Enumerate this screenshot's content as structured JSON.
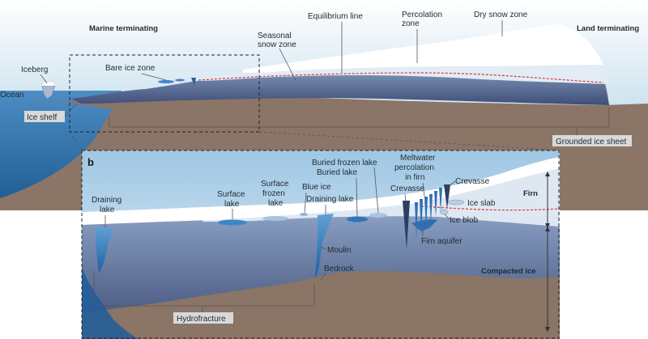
{
  "panel_a": {
    "marine_terminating": "Marine terminating",
    "land_terminating": "Land terminating",
    "seasonal_snow_zone": [
      "Seasonal",
      "snow zone"
    ],
    "equilibrium_line": "Equilibrium line",
    "percolation_zone": [
      "Percolation",
      "zone"
    ],
    "dry_snow_zone": "Dry snow zone",
    "iceberg": "Iceberg",
    "ocean": "Ocean",
    "bare_ice_zone": "Bare ice zone",
    "ice_shelf": "Ice shelf",
    "grounded_ice_sheet": "Grounded ice sheet"
  },
  "panel_b": {
    "letter": "b",
    "draining_lake_left": [
      "Draining",
      "lake"
    ],
    "surface_lake": [
      "Surface",
      "lake"
    ],
    "surface_frozen_lake": [
      "Surface",
      "frozen",
      "lake"
    ],
    "blue_ice": "Blue ice",
    "buried_frozen_lake": "Buried frozen lake",
    "buried_lake": "Buried lake",
    "draining_lake_mid": "Draining lake",
    "meltwater_percolation": [
      "Meltwater",
      "percolation",
      "in firn"
    ],
    "crevasse_left": "Crevasse",
    "crevasse_right": "Crevasse",
    "ice_slab": "Ice slab",
    "ice_blob": "Ice blob",
    "firn_aquifer": "Firn aquifer",
    "moulin": "Moulin",
    "bedrock": "Bedrock",
    "hydrofracture": "Hydrofracture",
    "firn": "Firn",
    "compacted_ice": "Compacted ice"
  },
  "colors": {
    "sky": "#cfe3f0",
    "ocean": "#2f6fa8",
    "ice_deep": "#4a5a82",
    "ice_mid": "#8ea7c8",
    "firn": "#e3ecf4",
    "snow": "#ffffff",
    "bedrock": "#8a7566",
    "equilibrium_line": "#d33a3a"
  }
}
